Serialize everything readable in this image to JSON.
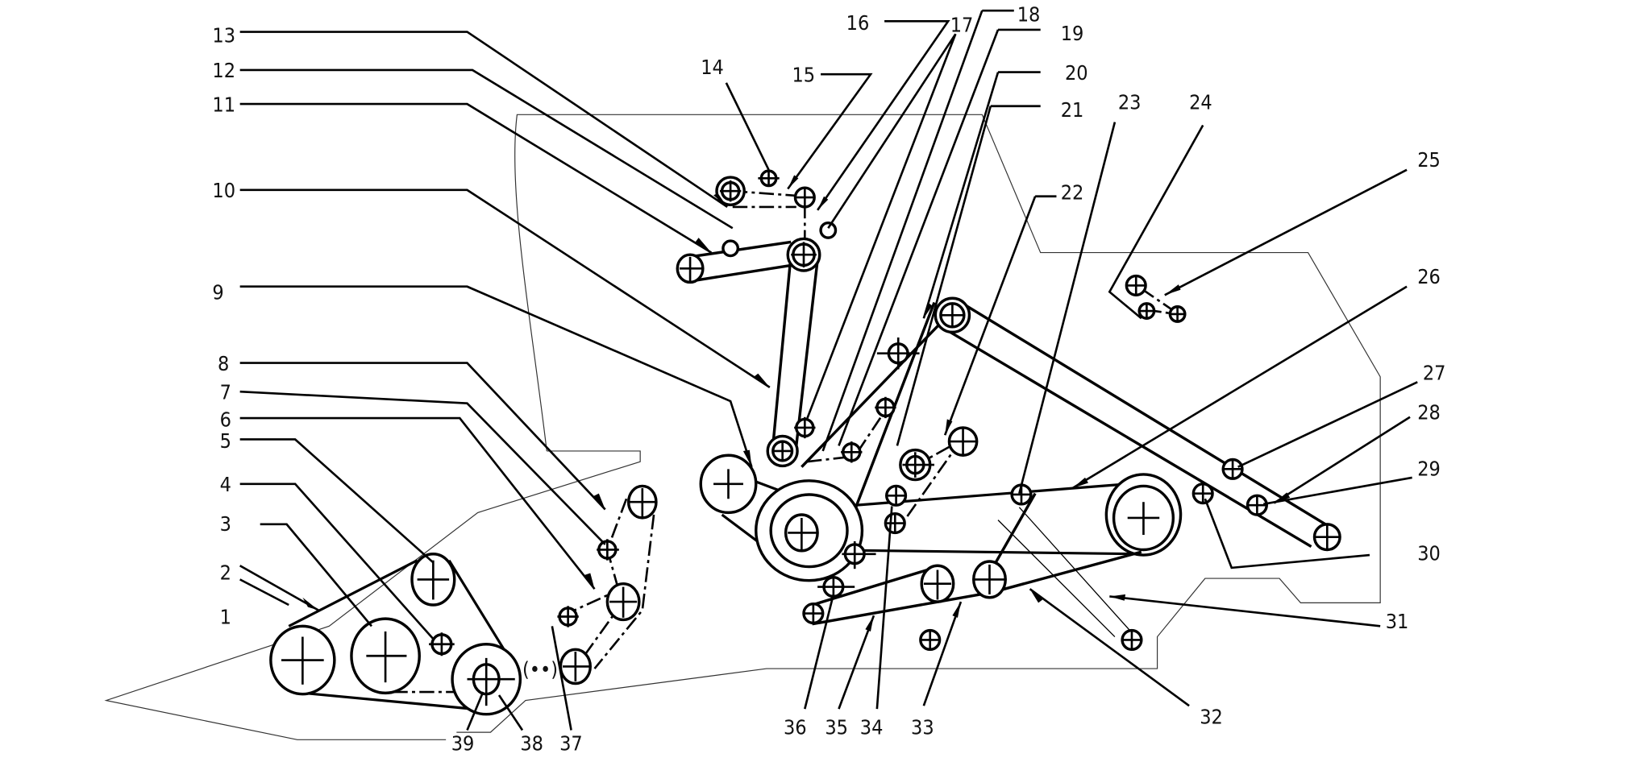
{
  "figure": {
    "title": "Belt and pulley transmission mechanism (patent-style line drawing)",
    "reference_labels": [
      {
        "id": "1",
        "text": "1"
      },
      {
        "id": "2",
        "text": "2"
      },
      {
        "id": "3",
        "text": "3"
      },
      {
        "id": "4",
        "text": "4"
      },
      {
        "id": "5",
        "text": "5"
      },
      {
        "id": "6",
        "text": "6"
      },
      {
        "id": "7",
        "text": "7"
      },
      {
        "id": "8",
        "text": "8"
      },
      {
        "id": "9",
        "text": "9"
      },
      {
        "id": "10",
        "text": "10"
      },
      {
        "id": "11",
        "text": "11"
      },
      {
        "id": "12",
        "text": "12"
      },
      {
        "id": "13",
        "text": "13"
      },
      {
        "id": "14",
        "text": "14"
      },
      {
        "id": "15",
        "text": "15"
      },
      {
        "id": "16",
        "text": "16"
      },
      {
        "id": "17",
        "text": "17"
      },
      {
        "id": "18",
        "text": "18"
      },
      {
        "id": "19",
        "text": "19"
      },
      {
        "id": "20",
        "text": "20"
      },
      {
        "id": "21",
        "text": "21"
      },
      {
        "id": "22",
        "text": "22"
      },
      {
        "id": "23",
        "text": "23"
      },
      {
        "id": "24",
        "text": "24"
      },
      {
        "id": "25",
        "text": "25"
      },
      {
        "id": "26",
        "text": "26"
      },
      {
        "id": "27",
        "text": "27"
      },
      {
        "id": "28",
        "text": "28"
      },
      {
        "id": "29",
        "text": "29"
      },
      {
        "id": "30",
        "text": "30"
      },
      {
        "id": "31",
        "text": "31"
      },
      {
        "id": "32",
        "text": "32"
      },
      {
        "id": "33",
        "text": "33"
      },
      {
        "id": "34",
        "text": "34"
      },
      {
        "id": "35",
        "text": "35"
      },
      {
        "id": "36",
        "text": "36"
      },
      {
        "id": "37",
        "text": "37"
      },
      {
        "id": "38",
        "text": "38"
      },
      {
        "id": "39",
        "text": "39"
      }
    ],
    "colors": {
      "ink": "#000000",
      "background": "#ffffff"
    }
  }
}
